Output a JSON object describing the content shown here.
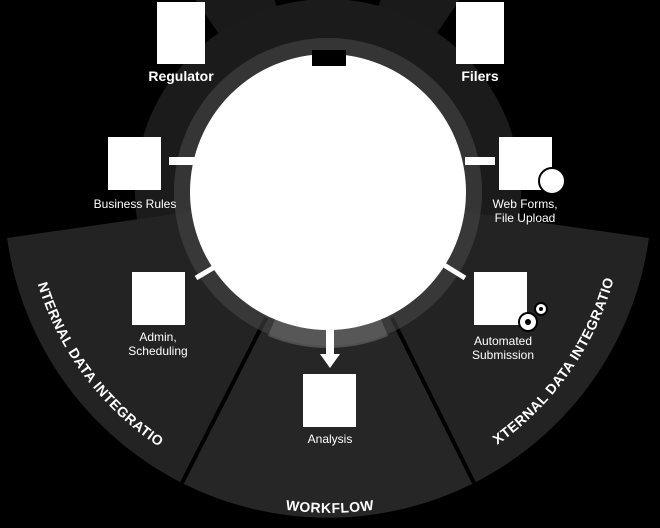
{
  "nodes": {
    "regulator": "Regulator",
    "filers": "Filers",
    "business_rules": "Business Rules",
    "web_forms_line1": "Web Forms,",
    "web_forms_line2": "File Upload",
    "admin_line1": "Admin,",
    "admin_line2": "Scheduling",
    "automated_line1": "Automated",
    "automated_line2": "Submission",
    "analysis": "Analysis"
  },
  "sectors": {
    "internal": "INTERNAL DATA INTEGRATION",
    "workflow": "WORKFLOW",
    "external": "EXTERNAL DATA INTEGRATION"
  }
}
